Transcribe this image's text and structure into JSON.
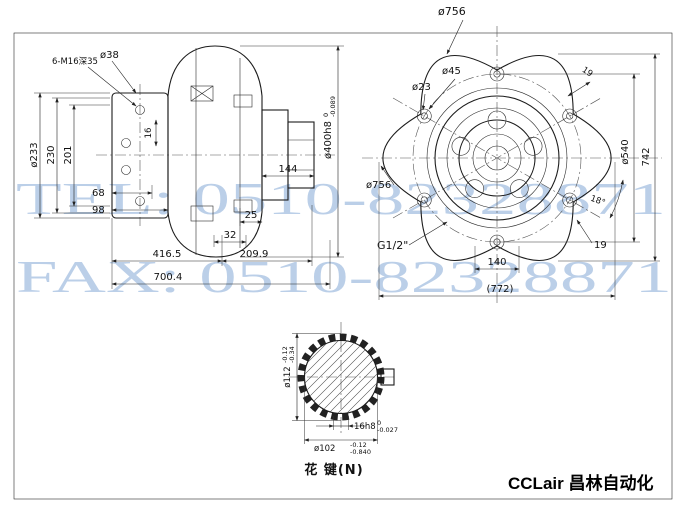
{
  "watermark": {
    "tel": "TEL: 0510-82328871",
    "fax": "FAX: 0510-82328871"
  },
  "footer": {
    "spline_caption": "花 键(N)",
    "brand": "CCLair 昌林自动化"
  },
  "side_view": {
    "dims": {
      "bolt_note": "6-M16深35",
      "d38": "ø38",
      "d233": "ø233",
      "d230": "230",
      "d201": "201",
      "d16": "16",
      "d68": "68",
      "d98": "98",
      "d25": "25",
      "d32": "32",
      "d416": "416.5",
      "d209": "209.9",
      "d700": "700.4",
      "d144": "144",
      "d400": "ø400h8",
      "d400_tol_top": "0",
      "d400_tol_bot": "-0.089"
    }
  },
  "front_view": {
    "dims": {
      "d756_top": "ø756",
      "d45": "ø45",
      "d23": "ø23",
      "d19_top": "19",
      "d540": "ø540",
      "d742": "742",
      "d756_left": "ø756",
      "a18": "18°",
      "port": "G1/2\"",
      "d19_right": "19",
      "d140": "140",
      "d772": "(772)"
    }
  },
  "spline_view": {
    "dims": {
      "d112": "ø112",
      "d112_tol_top": "-0.12",
      "d112_tol_bot": "-0.34",
      "w16": "16h8",
      "w16_tol_top": "0",
      "w16_tol_bot": "-0.027",
      "d102": "ø102",
      "d102_tol_top": "-0.12",
      "d102_tol_bot": "-0.840"
    }
  }
}
